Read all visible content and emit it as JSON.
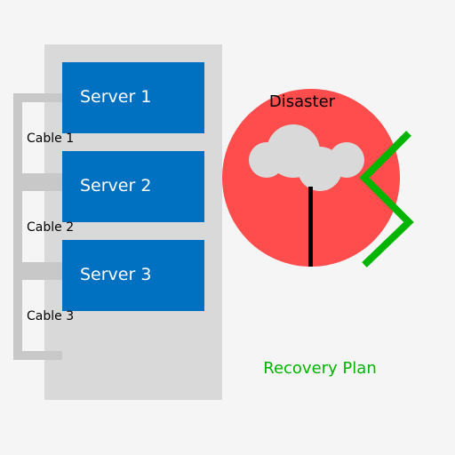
{
  "colors": {
    "background": "#f5f5f5",
    "rack": "#d9d9d9",
    "server": "#0070c0",
    "server_text": "#ffffff",
    "cable": "#c8c8c8",
    "disaster_circle": "#ff4c4c",
    "cloud": "#d9d9d9",
    "lightning": "#00b400",
    "recovery_text": "#00b400",
    "text": "#000000"
  },
  "servers": [
    {
      "label": "Server 1"
    },
    {
      "label": "Server 2"
    },
    {
      "label": "Server 3"
    }
  ],
  "cables": [
    {
      "label": "Cable 1"
    },
    {
      "label": "Cable 2"
    },
    {
      "label": "Cable 3"
    }
  ],
  "disaster": {
    "label": "Disaster",
    "icons": [
      "cloud-icon",
      "lightning-icon"
    ]
  },
  "recovery": {
    "label": "Recovery Plan"
  }
}
